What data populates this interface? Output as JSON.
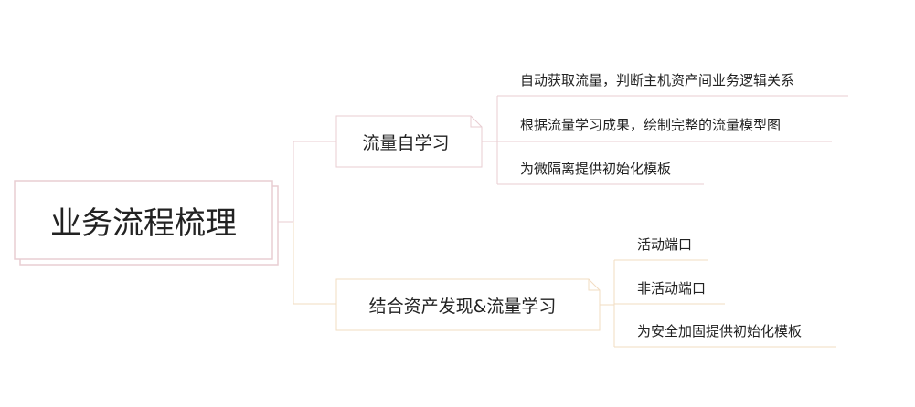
{
  "root": {
    "label": "业务流程梳理"
  },
  "branches": [
    {
      "label": "流量自学习",
      "color": "#e8cdd2",
      "children": [
        "自动获取流量，判断主机资产间业务逻辑关系",
        "根据流量学习成果，绘制完整的流量模型图",
        "为微隔离提供初始化模板"
      ]
    },
    {
      "label": "结合资产发现&流量学习",
      "color": "#f2dcc2",
      "children": [
        "活动端口",
        "非活动端口",
        "为安全加固提供初始化模板"
      ]
    }
  ]
}
